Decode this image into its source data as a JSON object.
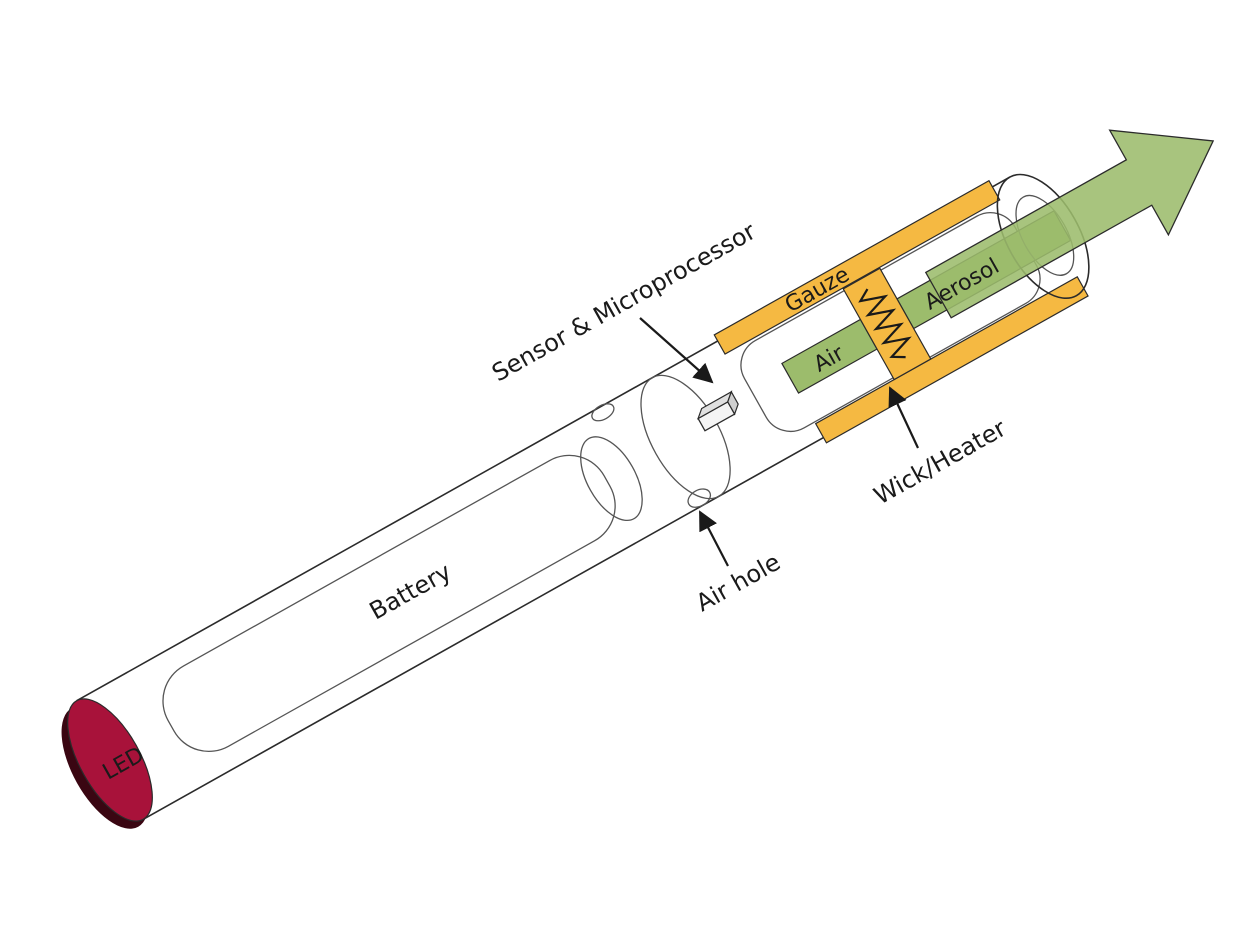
{
  "colors": {
    "led": "#a8123a",
    "led_shadow": "#3a0612",
    "gauze": "#f5b942",
    "air_aerosol": "#9cbc6c",
    "arrow": "#9cbc6c",
    "outline": "#2b2b2b"
  },
  "labels": {
    "led": "LED",
    "battery": "Battery",
    "air_hole": "Air hole",
    "sensor": "Sensor & Microprocessor",
    "wick_heater": "Wick/Heater",
    "gauze": "Gauze",
    "air": "Air",
    "aerosol": "Aerosol"
  }
}
